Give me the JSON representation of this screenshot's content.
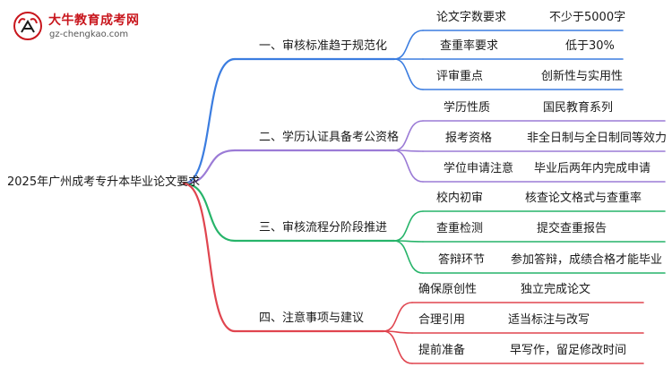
{
  "logo": {
    "title": "大牛教育成考网",
    "url": "gz-chengkao.com"
  },
  "root": "2025年广州成考专升本毕业论文要求",
  "branches": [
    {
      "label": "一、审核标准趋于规范化",
      "color": "#3b7de0",
      "children": [
        {
          "key": "论文字数要求",
          "value": "不少于5000字"
        },
        {
          "key": "查重率要求",
          "value": "低于30%"
        },
        {
          "key": "评审重点",
          "value": "创新性与实用性"
        }
      ]
    },
    {
      "label": "二、学历认证具备考公资格",
      "color": "#9b7bd6",
      "children": [
        {
          "key": "学历性质",
          "value": "国民教育系列"
        },
        {
          "key": "报考资格",
          "value": "非全日制与全日制同等效力"
        },
        {
          "key": "学位申请注意",
          "value": "毕业后两年内完成申请"
        }
      ]
    },
    {
      "label": "三、审核流程分阶段推进",
      "color": "#27b46a",
      "children": [
        {
          "key": "校内初审",
          "value": "核查论文格式与查重率"
        },
        {
          "key": "查重检测",
          "value": "提交查重报告"
        },
        {
          "key": "答辩环节",
          "value": "参加答辩，成绩合格才能毕业"
        }
      ]
    },
    {
      "label": "四、注意事项与建议",
      "color": "#e0454f",
      "children": [
        {
          "key": "确保原创性",
          "value": "独立完成论文"
        },
        {
          "key": "合理引用",
          "value": "适当标注与改写"
        },
        {
          "key": "提前准备",
          "value": "早写作，留足修改时间"
        }
      ]
    }
  ]
}
